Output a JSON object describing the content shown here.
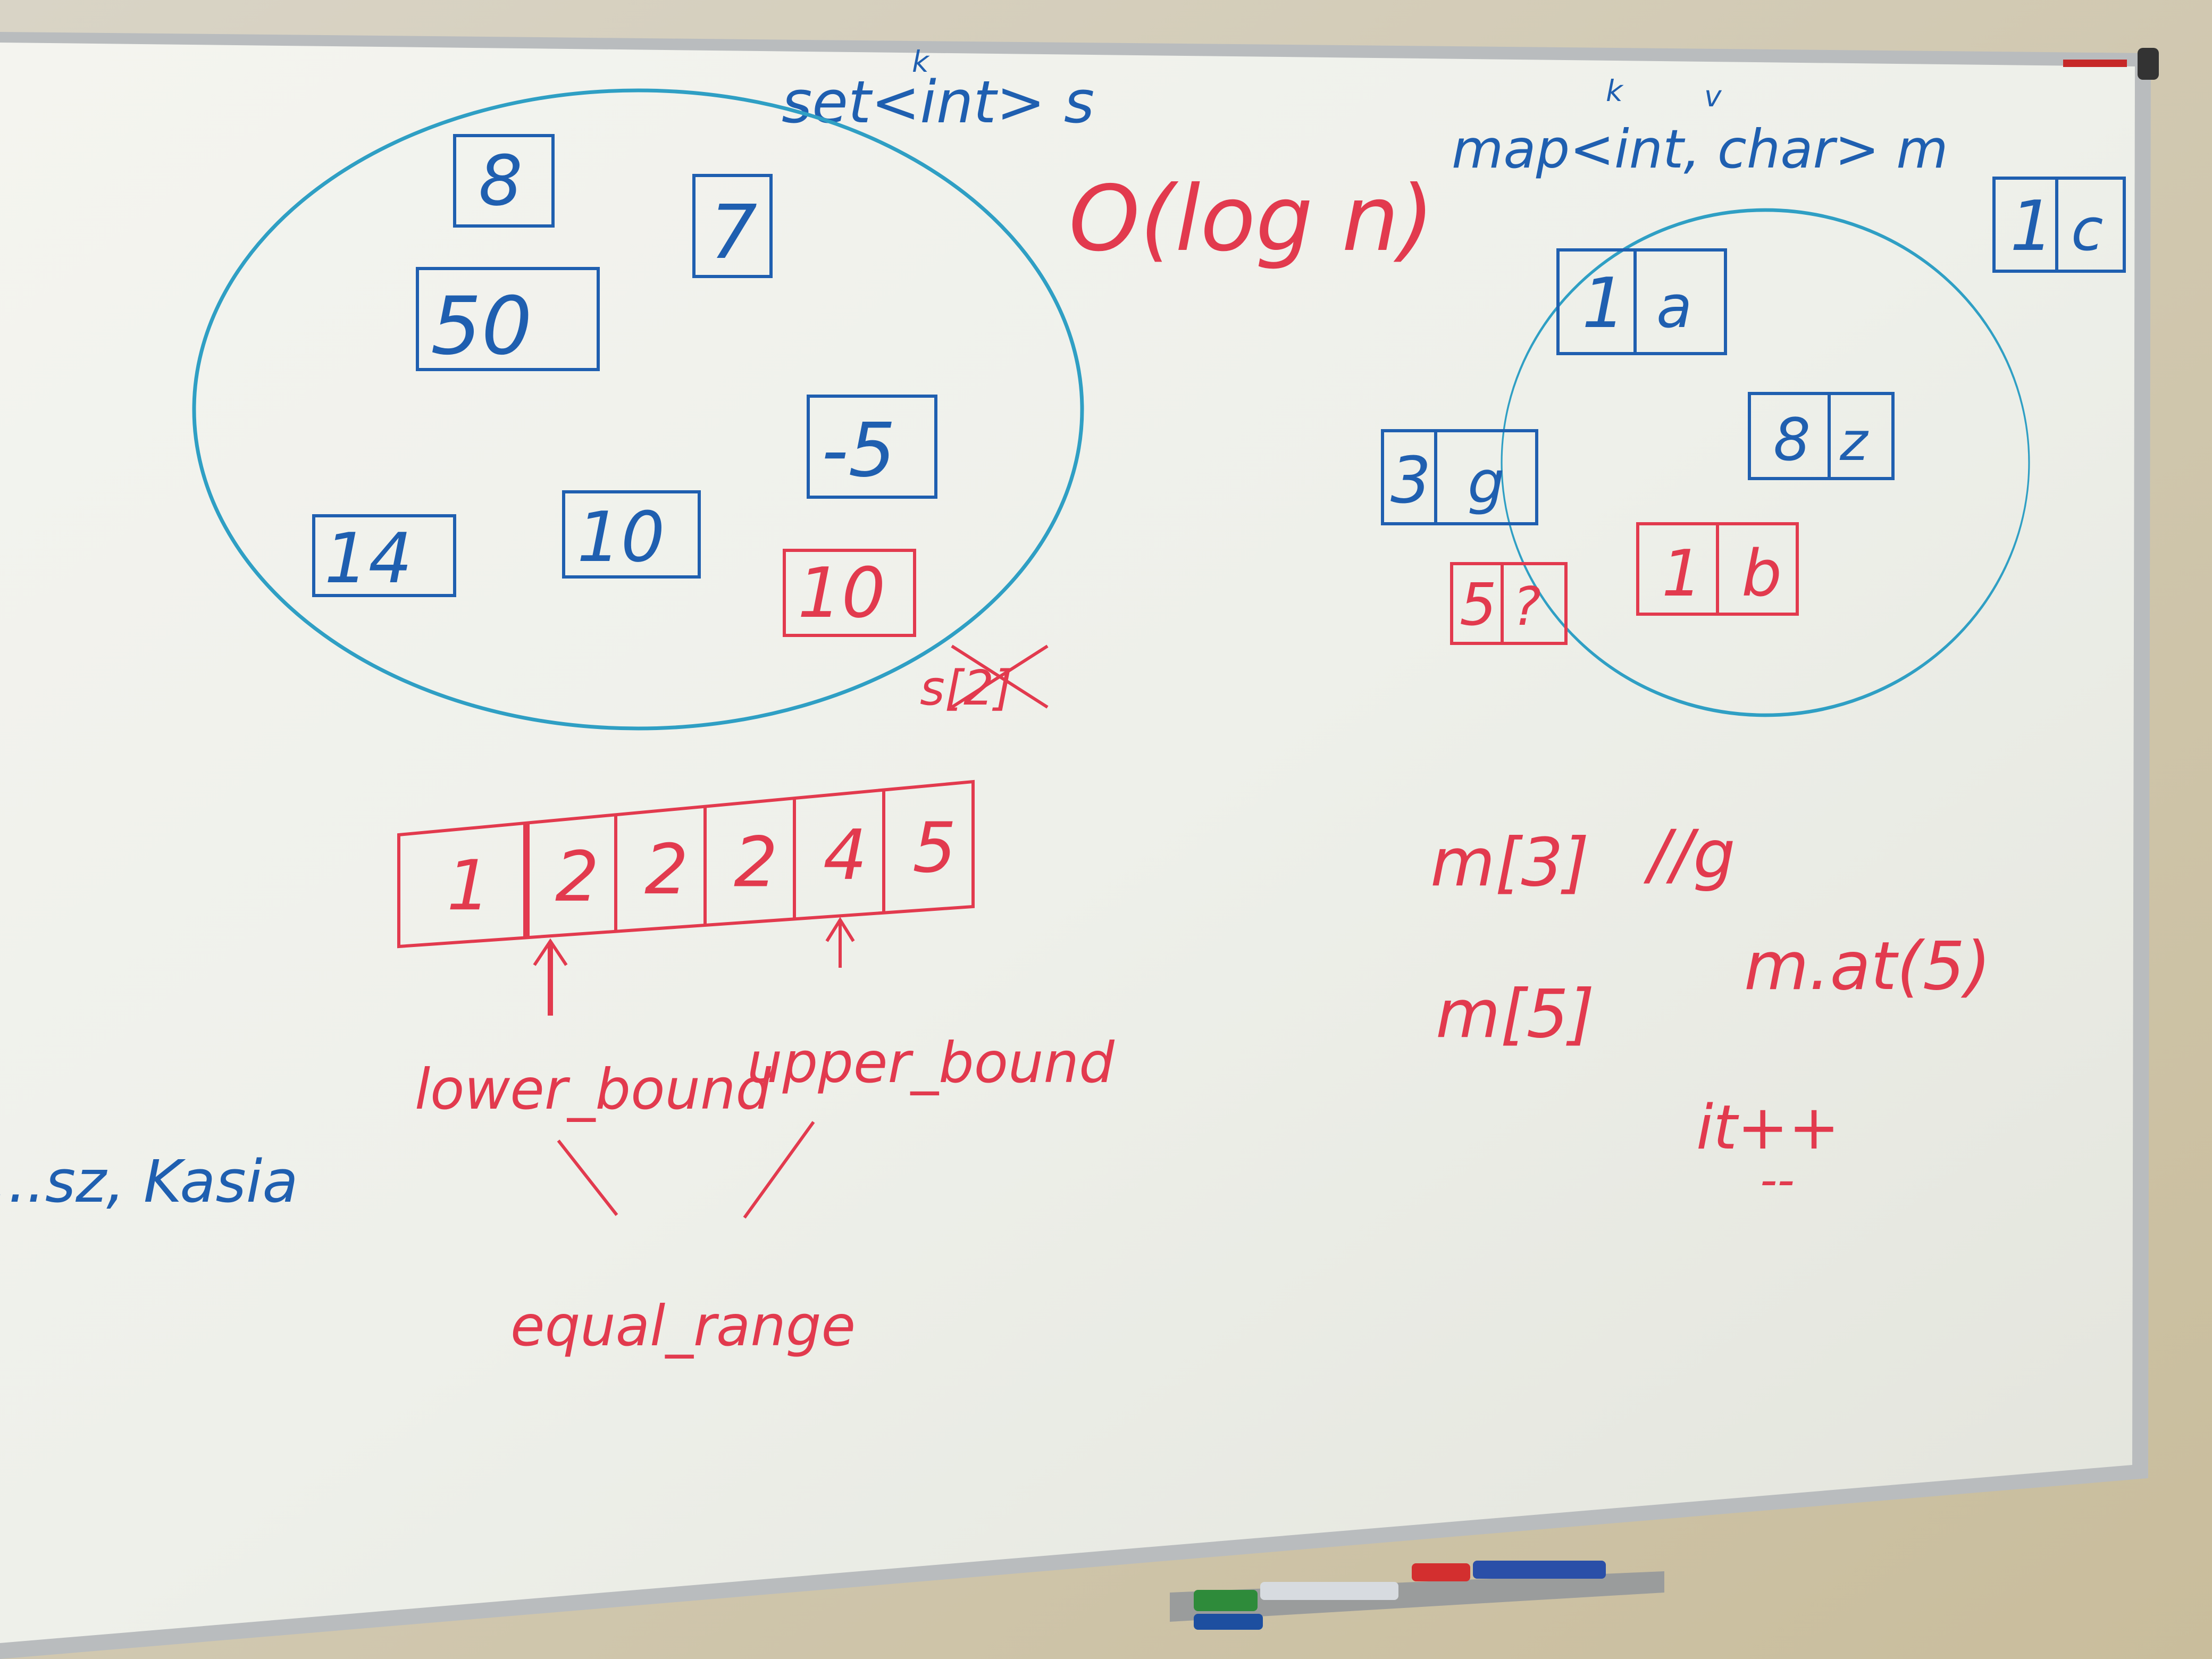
{
  "set_panel": {
    "declaration": "set<int> s",
    "key_mark": "k",
    "elements": [
      "8",
      "7",
      "50",
      "-5",
      "14",
      "10"
    ],
    "new_element": "10",
    "crossed_note": "s[2]"
  },
  "complexity": "O(log n)",
  "map_panel": {
    "declaration": "map<int, char> m",
    "key_mark": "k",
    "value_mark": "v",
    "outside_pair": {
      "key": "1",
      "value": "c"
    },
    "pairs": [
      {
        "key": "1",
        "value": "a"
      },
      {
        "key": "8",
        "value": "z"
      },
      {
        "key": "3",
        "value": "g"
      },
      {
        "key": "5",
        "value": "?"
      }
    ],
    "new_pair": {
      "key": "1",
      "value": "b"
    }
  },
  "array": {
    "cells": [
      "1",
      "2",
      "2",
      "2",
      "4",
      "5"
    ],
    "lower_label": "lower_bound",
    "upper_label": "upper_bound",
    "combined_label": "equal_range"
  },
  "map_ops": {
    "op1": "m[3]",
    "comment1": "//g",
    "op2": "m[5]",
    "op3": "m.at(5)",
    "op4": "it++",
    "op5": "--"
  },
  "names_fragment": "...sz, Kasia"
}
